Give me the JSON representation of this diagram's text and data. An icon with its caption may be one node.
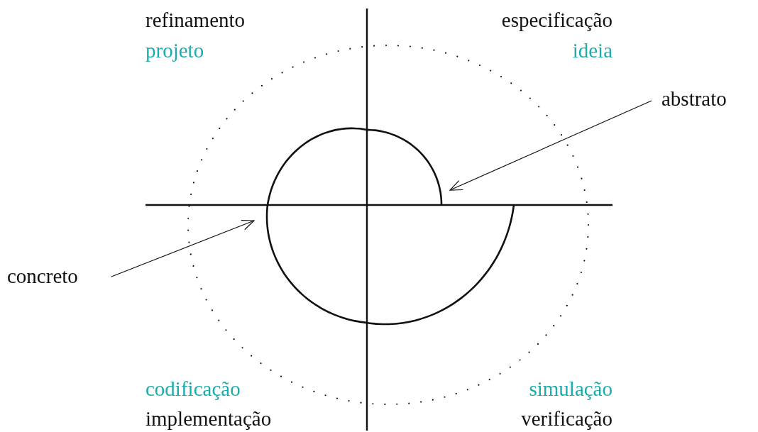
{
  "diagram": {
    "nodes": [
      {
        "text": [
          "abstrato"
        ]
      },
      {
        "text": [
          "concreto"
        ]
      }
    ],
    "edges": [
      {
        "from": 0,
        "to": null,
        "arrow": "to"
      },
      {
        "from": 1,
        "to": null,
        "arrow": "to"
      }
    ],
    "labels": [
      "refinamento",
      "especificação",
      "projeto",
      "ideia",
      "codificação",
      "simulação",
      "implementação",
      "verificação"
    ]
  }
}
